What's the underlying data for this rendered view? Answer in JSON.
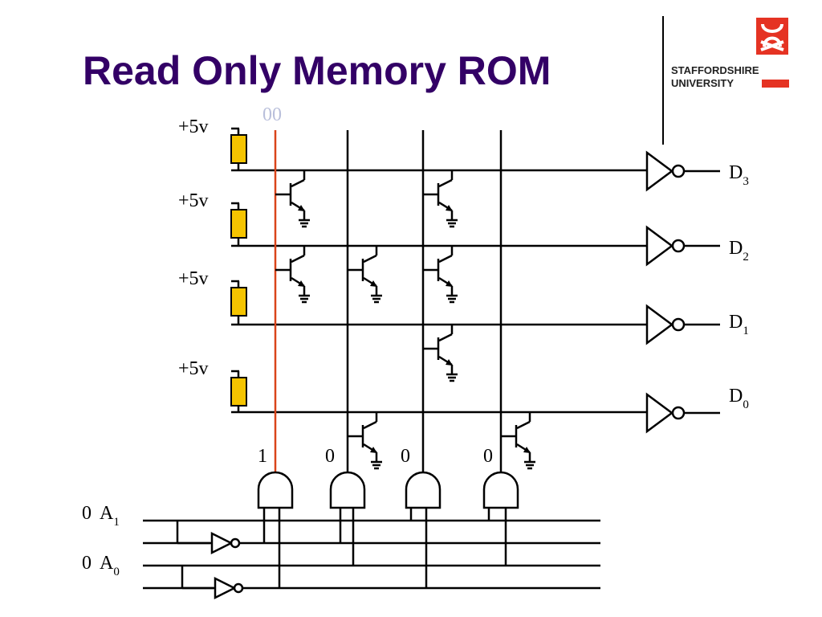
{
  "slide": {
    "title": "Read Only Memory ROM"
  },
  "logo": {
    "line1": "STAFFORDSHIRE",
    "line2": "UNIVERSITY",
    "accent_color": "#e53323"
  },
  "colors": {
    "title": "#330066",
    "resistor": "#f5c400",
    "selected_column": "#d9441a",
    "address_label": "#b9bfdb"
  },
  "circuit": {
    "address_label": "00",
    "supply_labels": [
      "+5v",
      "+5v",
      "+5v",
      "+5v"
    ],
    "outputs": [
      {
        "letter": "D",
        "sub": "3"
      },
      {
        "letter": "D",
        "sub": "2"
      },
      {
        "letter": "D",
        "sub": "1"
      },
      {
        "letter": "D",
        "sub": "0"
      }
    ],
    "column_values": [
      "1",
      "0",
      "0",
      "0"
    ],
    "inputs": [
      {
        "value": "0",
        "letter": "A",
        "sub": "1"
      },
      {
        "value": "0",
        "letter": "A",
        "sub": "0"
      }
    ]
  }
}
